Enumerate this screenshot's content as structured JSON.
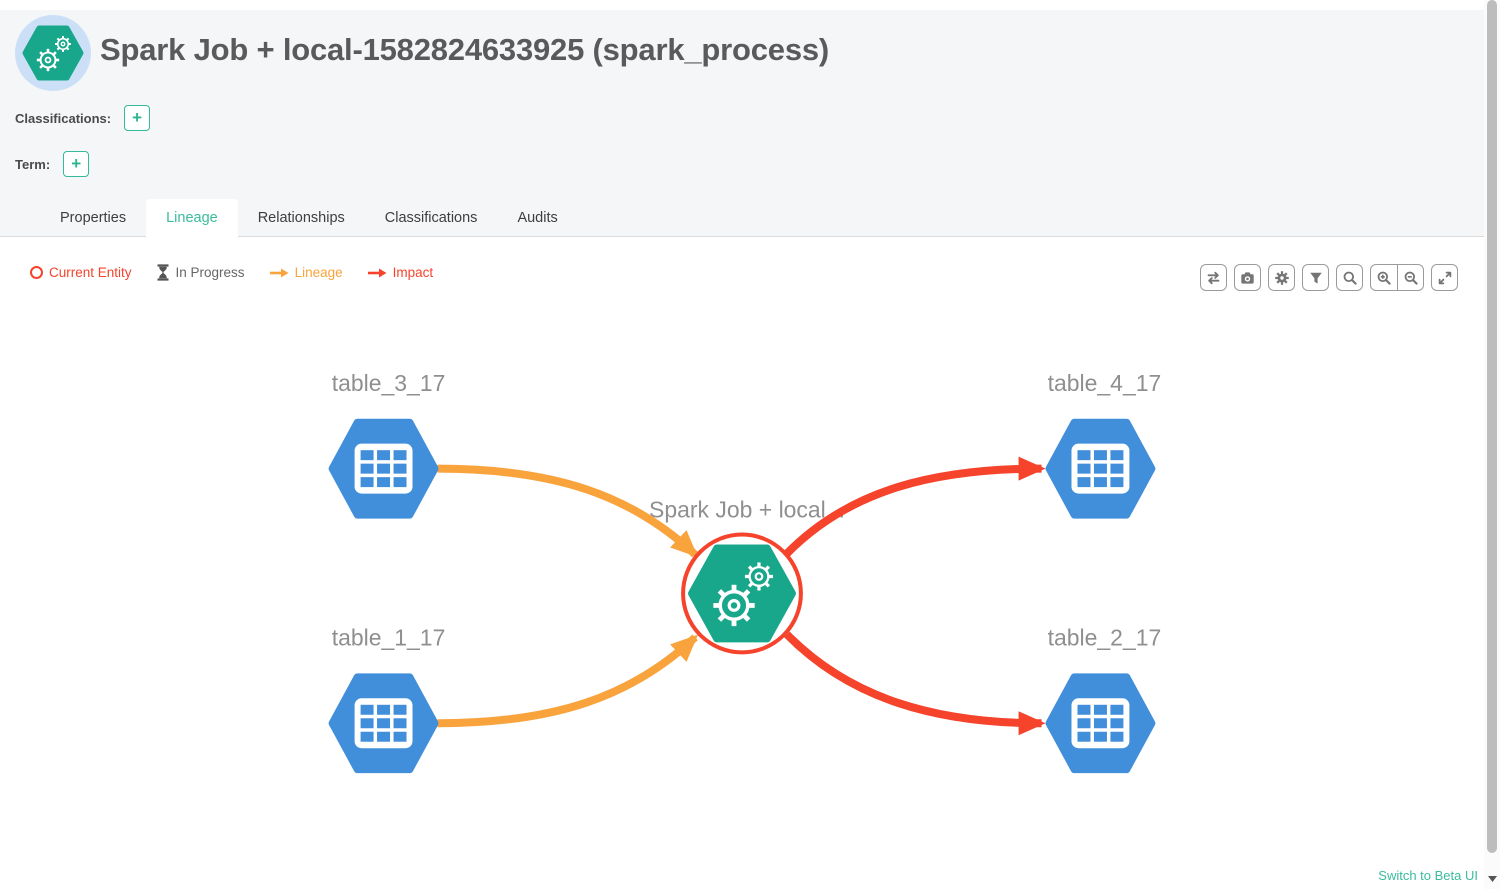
{
  "entity_header": {
    "title": "Spark Job + local-1582824633925 (spark_process)",
    "classifications_label": "Classifications:",
    "term_label": "Term:",
    "add_button_label": "+"
  },
  "tabs": [
    {
      "label": "Properties",
      "active": false
    },
    {
      "label": "Lineage",
      "active": true
    },
    {
      "label": "Relationships",
      "active": false
    },
    {
      "label": "Classifications",
      "active": false
    },
    {
      "label": "Audits",
      "active": false
    }
  ],
  "lineage_panel": {
    "legend": {
      "current_entity": {
        "label": "Current Entity",
        "color": "#f5432c"
      },
      "in_progress": {
        "label": "In Progress",
        "color": "#666666"
      },
      "lineage": {
        "label": "Lineage",
        "color": "#f9a33c"
      },
      "impact": {
        "label": "Impact",
        "color": "#f5432c"
      }
    },
    "toolbar_icons": [
      "refresh",
      "camera",
      "settings",
      "filter",
      "search",
      "zoom-in",
      "zoom-out",
      "fullscreen"
    ],
    "graph": {
      "center_node": {
        "label": "Spark Job + local...",
        "type": "process",
        "state": "current-entity"
      },
      "inputs": [
        {
          "label": "table_3_17"
        },
        {
          "label": "table_1_17"
        }
      ],
      "outputs": [
        {
          "label": "table_4_17"
        },
        {
          "label": "table_2_17"
        }
      ],
      "colors": {
        "table_node": "#418fdb",
        "process_node": "#18a78a",
        "current_entity_ring": "#f5432c",
        "lineage_edge": "#f9a33c",
        "impact_edge": "#f5432c"
      }
    }
  },
  "footer": {
    "switch_ui_label": "Switch to Beta UI"
  }
}
